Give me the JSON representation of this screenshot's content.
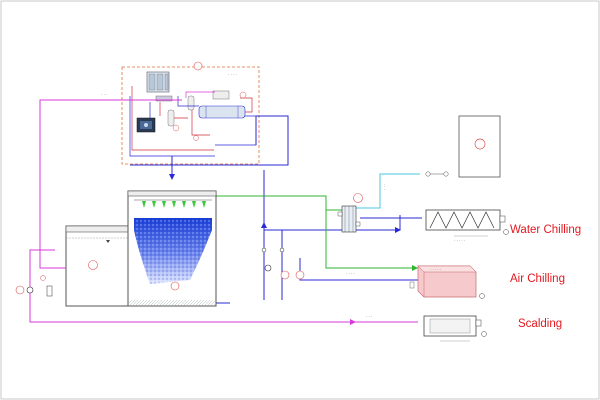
{
  "labels": {
    "water_chilling": "Water Chilling",
    "air_chilling": "Air Chilling",
    "scalding": "Scalding"
  },
  "colors": {
    "label_red": "#e4181f",
    "cold_line": "#2a2ad6",
    "return_line": "#d83ad8",
    "feed_line": "#2fb52f",
    "brine_line": "#4cc7e0",
    "dashed_frame": "#e0703a",
    "tank_water": "#1a3fd8",
    "spray_nozzle": "#38c838",
    "pump_tag": "#e05050"
  }
}
